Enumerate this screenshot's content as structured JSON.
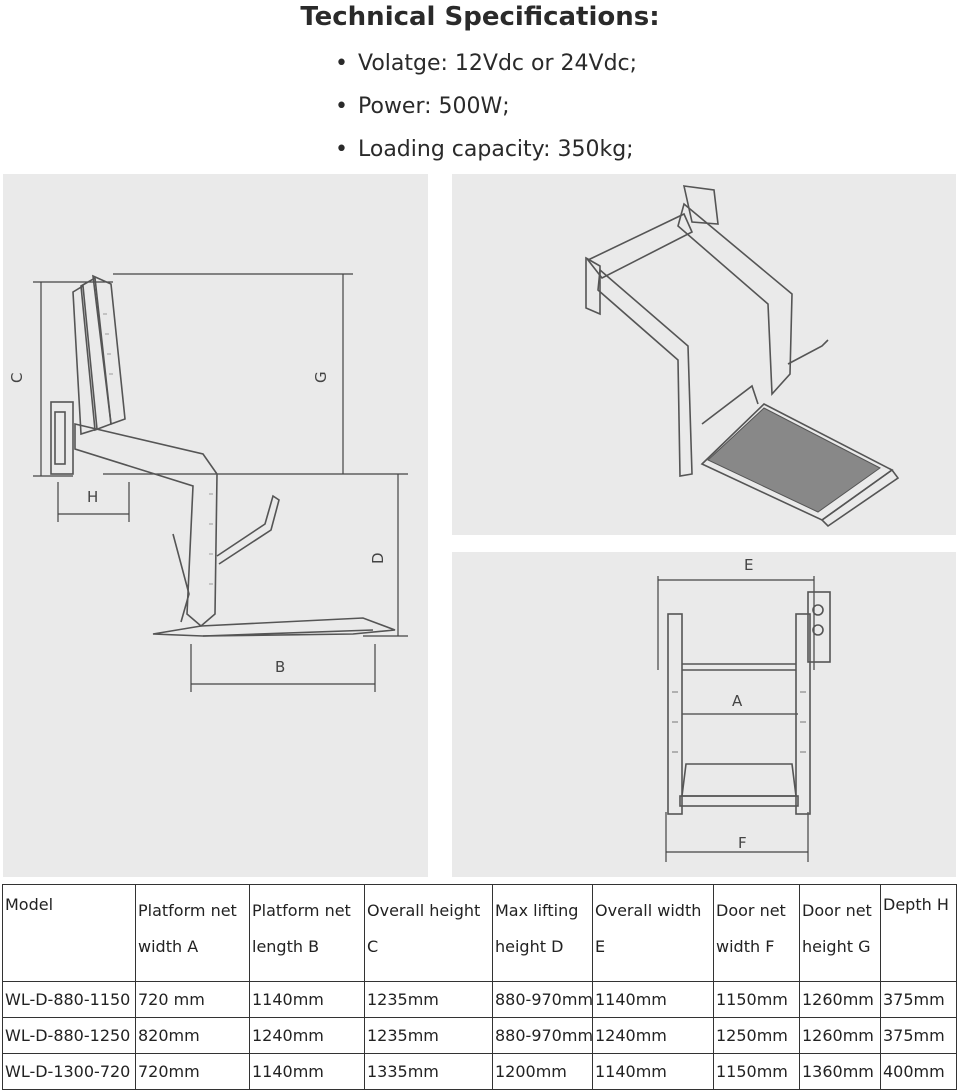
{
  "title": "Technical Specifications:",
  "specs": [
    "Volatge: 12Vdc or 24Vdc;",
    "Power: 500W;",
    "Loading capacity: 350kg;"
  ],
  "dimension_labels": {
    "c": "C",
    "g": "G",
    "h": "H",
    "d": "D",
    "b": "B",
    "e": "E",
    "a": "A",
    "f": "F"
  },
  "table": {
    "headers": [
      [
        "Model"
      ],
      [
        "Platform net",
        "width A"
      ],
      [
        "Platform net",
        "length B"
      ],
      [
        "Overall height",
        "C"
      ],
      [
        "Max lifting",
        "height D"
      ],
      [
        "Overall width",
        "E"
      ],
      [
        "Door net",
        "width F"
      ],
      [
        "Door net",
        "height G"
      ],
      [
        "Depth H"
      ]
    ],
    "rows": [
      [
        "WL-D-880-1150",
        "720 mm",
        "1140mm",
        "1235mm",
        "880-970mm",
        "1140mm",
        "1150mm",
        "1260mm",
        "375mm"
      ],
      [
        "WL-D-880-1250",
        "820mm",
        "1240mm",
        "1235mm",
        "880-970mm",
        "1240mm",
        "1250mm",
        "1260mm",
        "375mm"
      ],
      [
        "WL-D-1300-720",
        "720mm",
        "1140mm",
        "1335mm",
        "1200mm",
        "1140mm",
        "1150mm",
        "1360mm",
        "400mm"
      ]
    ]
  }
}
